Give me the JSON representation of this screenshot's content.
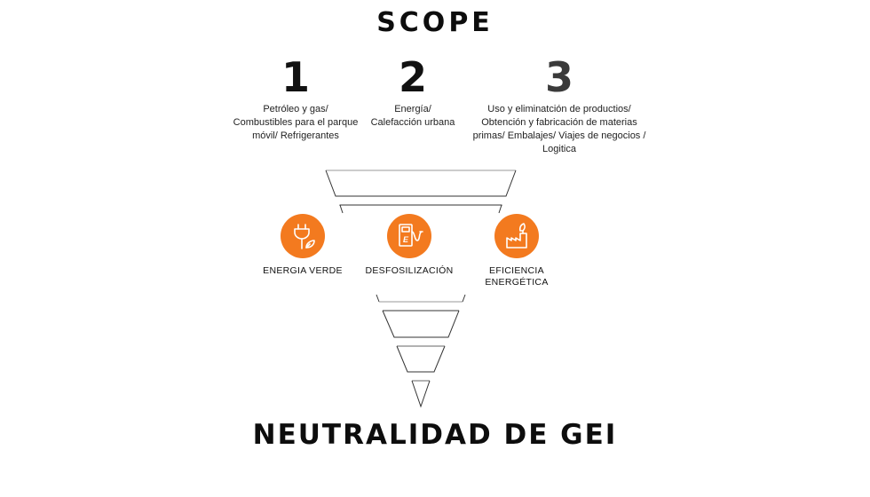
{
  "title": "SCOPE",
  "scopes": [
    {
      "number": "1",
      "lines": [
        "Petróleo y gas/",
        "Combustibles para el parque",
        "móvil/ Refrigerantes"
      ],
      "color": "#111111"
    },
    {
      "number": "2",
      "lines": [
        "Energía/",
        "Calefacción urbana"
      ],
      "color": "#111111"
    },
    {
      "number": "3",
      "lines": [
        "Uso y eliminatción de productios/",
        "Obtención y fabricación de materias",
        "primas/ Embalajes/ Viajes de negocios /",
        "Logitica"
      ],
      "color": "#3a3a3a"
    }
  ],
  "actions": [
    {
      "icon": "plug-leaf-icon",
      "label_lines": [
        "ENERGIA VERDE"
      ]
    },
    {
      "icon": "fuel-pump-icon",
      "label_lines": [
        "DESFOSILIZACIÓN"
      ]
    },
    {
      "icon": "factory-leaf-icon",
      "label_lines": [
        "EFICIENCIA",
        "ENERGÉTICA"
      ]
    }
  ],
  "colors": {
    "accent": "#f37a1f",
    "text": "#111111"
  },
  "footer": "NEUTRALIDAD DE GEI"
}
